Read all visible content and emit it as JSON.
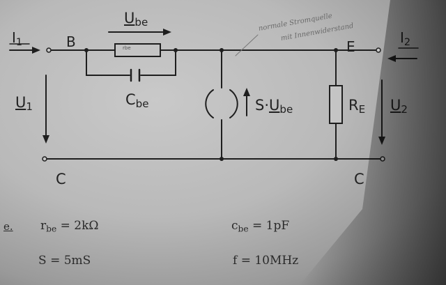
{
  "circuit": {
    "nodes": {
      "B": "B",
      "E": "E",
      "C_left": "C",
      "C_right": "C"
    },
    "currents": {
      "i1": "I",
      "i1_sub": "1",
      "i2": "I",
      "i2_sub": "2"
    },
    "voltages": {
      "ube": "U",
      "ube_sub": "be",
      "u1": "U",
      "u1_sub": "1",
      "u2": "U",
      "u2_sub": "2"
    },
    "components": {
      "rbe_tag": "rbe",
      "cbe": "C",
      "cbe_sub": "be",
      "source_prefix": "S·",
      "source_u": "U",
      "source_sub": "be",
      "re": "R",
      "re_sub": "E"
    },
    "handwritten_note": {
      "line1": "normale Stromquelle",
      "line2": "mit Innenwiderstand"
    }
  },
  "given": {
    "label": "e.",
    "rbe": {
      "symbol": "r",
      "sub": "be",
      "value": "= 2kΩ"
    },
    "cbe": {
      "symbol": "c",
      "sub": "be",
      "value": "= 1pF"
    },
    "s": {
      "symbol": "S",
      "value": "= 5mS"
    },
    "f": {
      "symbol": "f",
      "value": "= 10MHz"
    }
  }
}
